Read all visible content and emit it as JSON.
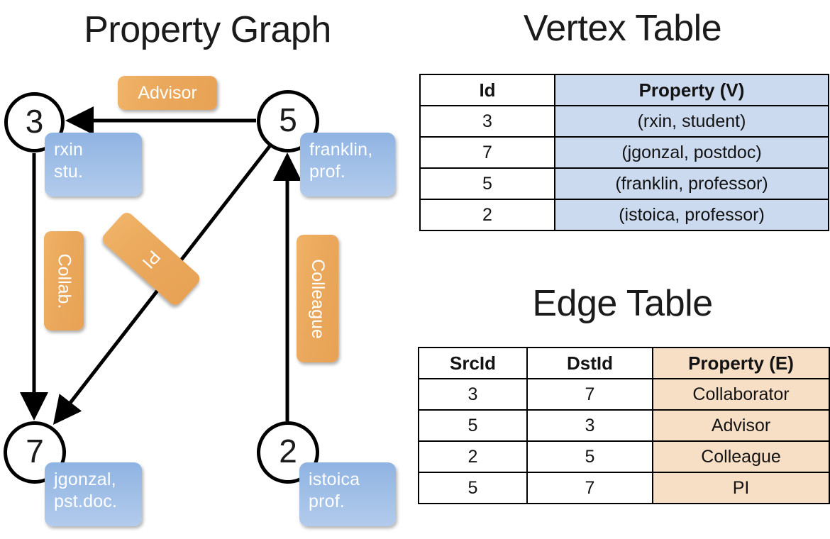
{
  "titles": {
    "property_graph": "Property Graph",
    "vertex_table": "Vertex Table",
    "edge_table": "Edge Table"
  },
  "colors": {
    "vertex_property_fill": "#ccdaef",
    "edge_property_fill": "#f7dfc6",
    "vertex_box_blue": "#9dbde6",
    "edge_label_orange": "#eaa85c",
    "stroke": "#000000",
    "text": "#131313"
  },
  "graph": {
    "nodes": [
      {
        "id": "3",
        "property_line1": "rxin",
        "property_line2": "stu."
      },
      {
        "id": "5",
        "property_line1": "franklin,",
        "property_line2": "prof."
      },
      {
        "id": "7",
        "property_line1": "jgonzal,",
        "property_line2": "pst.doc."
      },
      {
        "id": "2",
        "property_line1": "istoica",
        "property_line2": "prof."
      }
    ],
    "edge_labels": [
      {
        "name": "advisor",
        "text": "Advisor"
      },
      {
        "name": "collab",
        "text": "Collab."
      },
      {
        "name": "pi",
        "text": "PI"
      },
      {
        "name": "colleague",
        "text": "Colleague"
      }
    ],
    "edges": [
      {
        "from": "5",
        "to": "3",
        "label": "Advisor"
      },
      {
        "from": "3",
        "to": "7",
        "label": "Collab."
      },
      {
        "from": "5",
        "to": "7",
        "label": "PI"
      },
      {
        "from": "2",
        "to": "5",
        "label": "Colleague"
      }
    ]
  },
  "vertex_table": {
    "headers": [
      "Id",
      "Property (V)"
    ],
    "rows": [
      {
        "id": "3",
        "property": "(rxin, student)"
      },
      {
        "id": "7",
        "property": "(jgonzal, postdoc)"
      },
      {
        "id": "5",
        "property": "(franklin, professor)"
      },
      {
        "id": "2",
        "property": "(istoica, professor)"
      }
    ]
  },
  "edge_table": {
    "headers": [
      "SrcId",
      "DstId",
      "Property (E)"
    ],
    "rows": [
      {
        "src": "3",
        "dst": "7",
        "property": "Collaborator"
      },
      {
        "src": "5",
        "dst": "3",
        "property": "Advisor"
      },
      {
        "src": "2",
        "dst": "5",
        "property": "Colleague"
      },
      {
        "src": "5",
        "dst": "7",
        "property": "PI"
      }
    ]
  }
}
